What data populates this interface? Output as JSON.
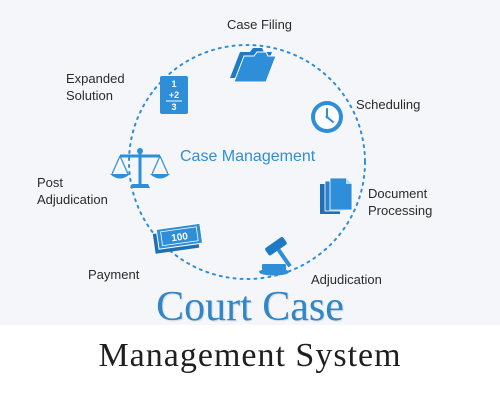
{
  "diagram": {
    "center_label": "Case Management",
    "stages": [
      {
        "id": "case-filing",
        "label": "Case Filing",
        "icon": "folders-icon"
      },
      {
        "id": "scheduling",
        "label": "Scheduling",
        "icon": "clock-icon"
      },
      {
        "id": "document-processing",
        "label": "Document\nProcessing",
        "icon": "documents-icon"
      },
      {
        "id": "adjudication",
        "label": "Adjudication",
        "icon": "gavel-icon"
      },
      {
        "id": "payment",
        "label": "Payment",
        "icon": "money-icon"
      },
      {
        "id": "post-adjudication",
        "label": "Post\nAdjudication",
        "icon": "scales-icon"
      },
      {
        "id": "expanded-solution",
        "label": "Expanded\nSolution",
        "icon": "calculator-icon"
      }
    ],
    "calculator_text": [
      "1",
      "+2",
      "3"
    ],
    "banknote_text": "100"
  },
  "title": {
    "line1": "Court Case",
    "line2": "Management System"
  },
  "colors": {
    "accent": "#2f8ed8",
    "icon_fill": "#2f8ed8",
    "title_blue": "#2f86c8",
    "panel_background": "#f4f6f9",
    "text_dark": "#2b2b2b"
  }
}
